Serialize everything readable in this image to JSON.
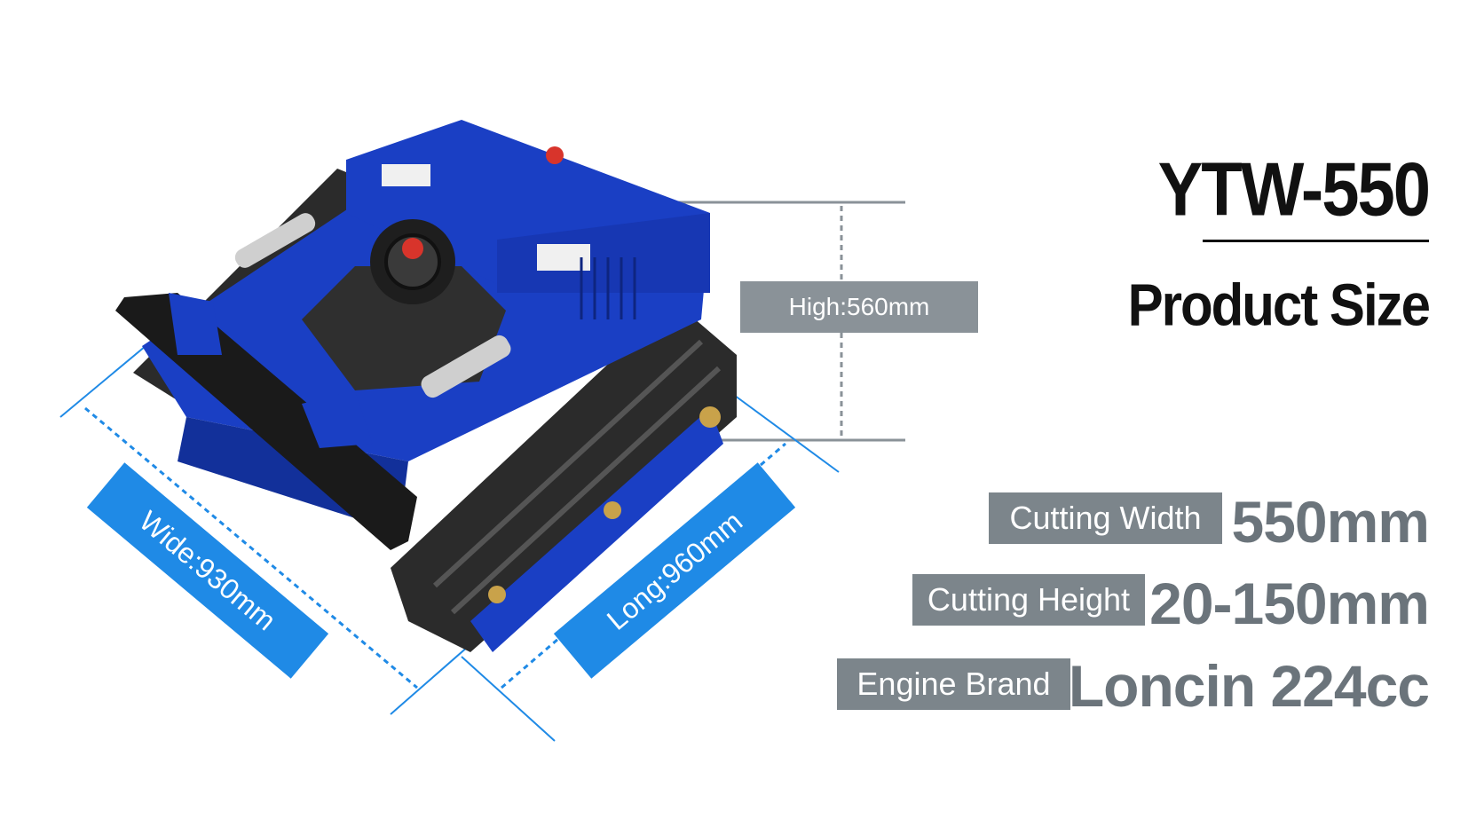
{
  "model": "YTW-550",
  "subtitle": "Product Size",
  "dimensions": {
    "high": "High:560mm",
    "wide": "Wide:930mm",
    "long": "Long:960mm"
  },
  "specs": [
    {
      "label": "Cutting Width",
      "value": "550mm"
    },
    {
      "label": "Cutting Height",
      "value": "20-150mm"
    },
    {
      "label": "Engine Brand",
      "value": "Loncin 224cc"
    }
  ],
  "colors": {
    "machine_blue": "#1a3fc4",
    "track": "#2b2b2b",
    "dim_band": "#1f8ae6",
    "label_gray": "#7c858b",
    "value_gray": "#6b747b"
  }
}
